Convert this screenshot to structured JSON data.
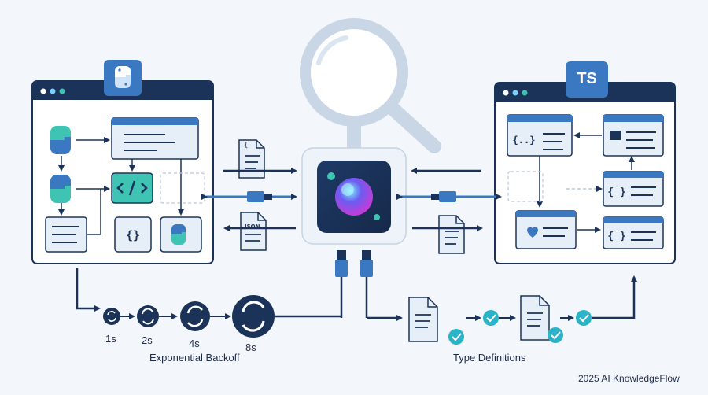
{
  "left_panel": {
    "badge_icon": "python-icon"
  },
  "right_panel": {
    "badge": "TS"
  },
  "center": {
    "hub_icon": "ai-orb-icon",
    "magnifier_icon": "magnifier-icon"
  },
  "file_labels": {
    "json_doc": "JSON",
    "brace_doc": "{"
  },
  "backoff": {
    "steps": [
      "1s",
      "2s",
      "4s",
      "8s"
    ],
    "label": "Exponential Backoff"
  },
  "type_defs": {
    "label": "Type Definitions"
  },
  "watermark": "2025 AI KnowledgeFlow",
  "colors": {
    "navy": "#1b3358",
    "accent_blue": "#3b78c2",
    "teal": "#3fc4b4",
    "check": "#2bb3c8",
    "light_fill": "#e6eef8"
  }
}
